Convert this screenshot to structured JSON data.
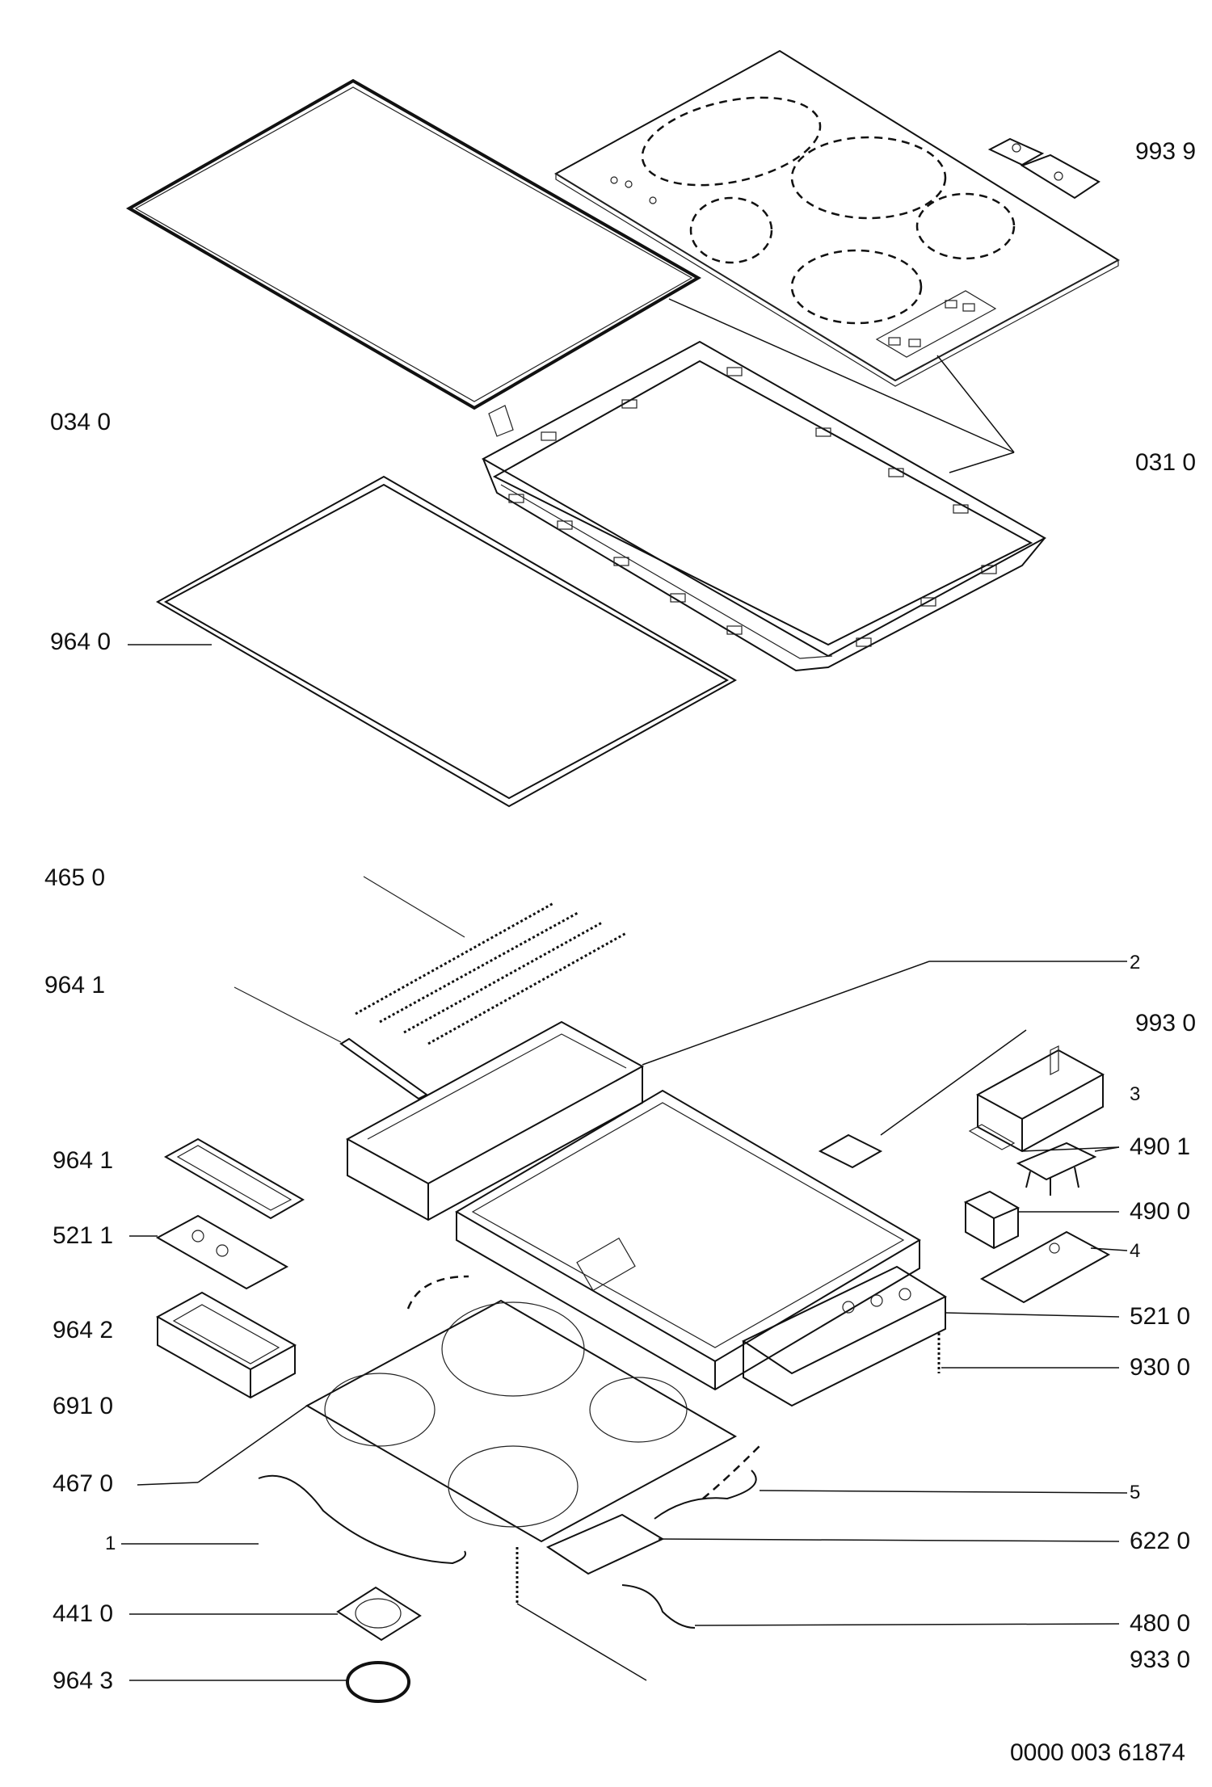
{
  "diagram": {
    "parts": {
      "top_right_code": "993 9",
      "frame_gasket_top": "034 0",
      "frame": "031 0",
      "gasket_lower": "964 0",
      "heating_coils": "465 0",
      "strip_seal": "964 1",
      "marker_2": "2",
      "bracket_right": "993 0",
      "marker_3": "3",
      "seal_small": "964 1",
      "switch_1": "490 1",
      "plate_521_1": "521 1",
      "switch_0": "490 0",
      "marker_4": "4",
      "housing_964_2": "964 2",
      "board_521_0": "521 0",
      "spring_930_0": "930 0",
      "plate_691_0": "691 0",
      "heater_plate_467_0": "467 0",
      "marker_5": "5",
      "marker_1": "1",
      "board_622_0": "622 0",
      "fan_441_0": "441 0",
      "cable_480_0": "480 0",
      "ring_964_3": "964 3",
      "spring_933_0": "933 0"
    },
    "drawing_number": "0000 003 61874"
  }
}
